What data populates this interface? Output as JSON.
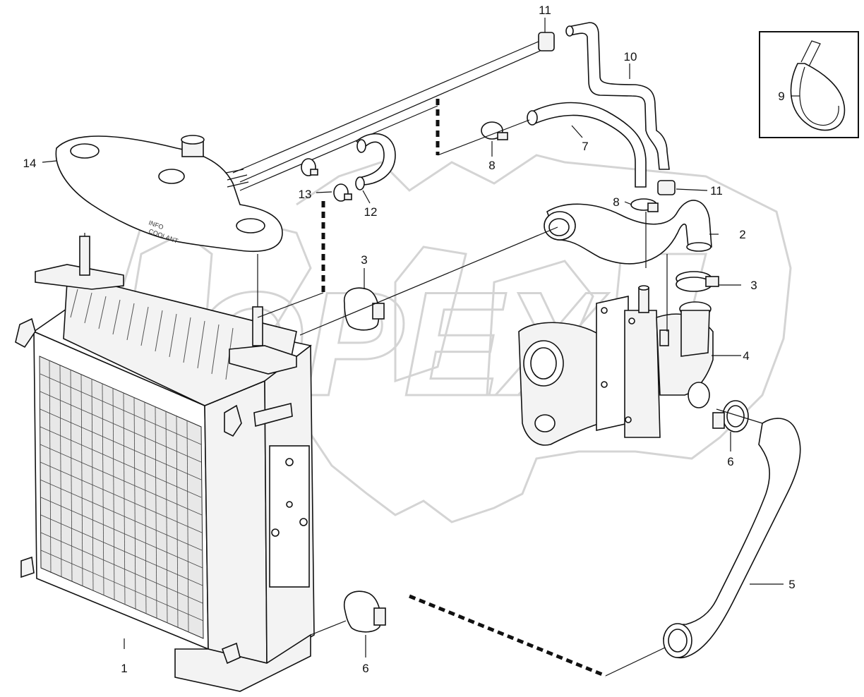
{
  "diagram": {
    "callouts": [
      {
        "id": "c1",
        "text": "1"
      },
      {
        "id": "c2",
        "text": "2"
      },
      {
        "id": "c3a",
        "text": "3"
      },
      {
        "id": "c3b",
        "text": "3"
      },
      {
        "id": "c4",
        "text": "4"
      },
      {
        "id": "c5",
        "text": "5"
      },
      {
        "id": "c6a",
        "text": "6"
      },
      {
        "id": "c6b",
        "text": "6"
      },
      {
        "id": "c7",
        "text": "7"
      },
      {
        "id": "c8a",
        "text": "8"
      },
      {
        "id": "c8b",
        "text": "8"
      },
      {
        "id": "c9",
        "text": "9"
      },
      {
        "id": "c10",
        "text": "10"
      },
      {
        "id": "c11a",
        "text": "11"
      },
      {
        "id": "c11b",
        "text": "11"
      },
      {
        "id": "c12",
        "text": "12"
      },
      {
        "id": "c13",
        "text": "13"
      },
      {
        "id": "c14",
        "text": "14"
      }
    ],
    "watermark": "OPEX"
  }
}
